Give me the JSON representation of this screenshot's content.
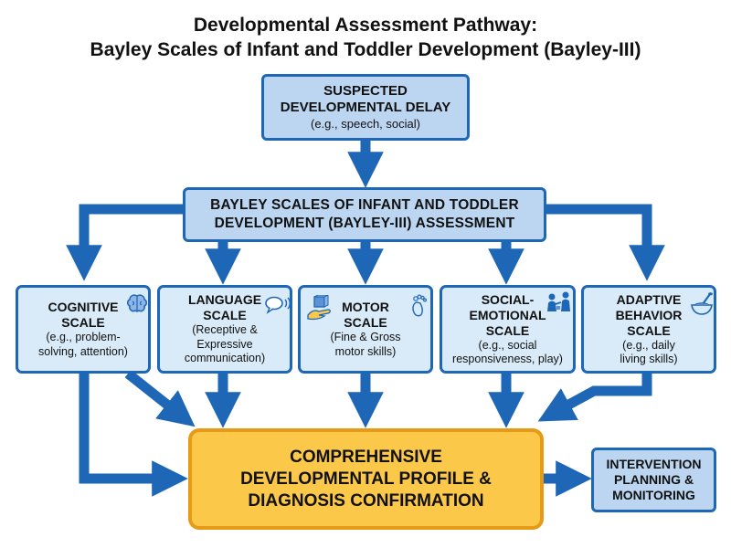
{
  "title": {
    "line1": "Developmental Assessment Pathway:",
    "line2": "Bayley Scales of Infant and Toddler Development (Bayley-III)"
  },
  "start": {
    "line1": "SUSPECTED",
    "line2": "DEVELOPMENTAL DELAY",
    "example": "(e.g., speech, social)"
  },
  "assessment": {
    "line1": "BAYLEY SCALES OF INFANT AND TODDLER",
    "line2": "DEVELOPMENT (BAYLEY-III) ASSESSMENT"
  },
  "scales": [
    {
      "lines": [
        "COGNITIVE",
        "SCALE"
      ],
      "detail": [
        "(e.g., problem-",
        "solving, attention)"
      ],
      "icon": "brain-icon"
    },
    {
      "lines": [
        "LANGUAGE",
        "SCALE"
      ],
      "detail": [
        "(Receptive &",
        "Expressive",
        "communication)"
      ],
      "icon": "speech-bubble-icon"
    },
    {
      "lines": [
        "MOTOR",
        "SCALE"
      ],
      "detail": [
        "(Fine & Gross",
        "motor skills)"
      ],
      "icon": "hand-block-icon"
    },
    {
      "lines": [
        "SOCIAL-",
        "EMOTIONAL",
        "SCALE"
      ],
      "detail": [
        "(e.g., social",
        "responsiveness, play)"
      ],
      "icon": "people-interaction-icon"
    },
    {
      "lines": [
        "ADAPTIVE",
        "BEHAVIOR",
        "SCALE"
      ],
      "detail": [
        "(e.g., daily",
        "living skills)"
      ],
      "icon": "bowl-spoon-icon"
    }
  ],
  "profile": {
    "line1": "COMPREHENSIVE",
    "line2": "DEVELOPMENTAL PROFILE &",
    "line3": "DIAGNOSIS CONFIRMATION"
  },
  "intervention": {
    "line1": "INTERVENTION",
    "line2": "PLANNING &",
    "line3": "MONITORING"
  },
  "colors": {
    "arrow": "#1e67b7",
    "box_fill": "#bcd6f2",
    "scale_fill": "#d9eaf8",
    "profile_fill": "#fbc84a",
    "profile_border": "#e79a16"
  }
}
